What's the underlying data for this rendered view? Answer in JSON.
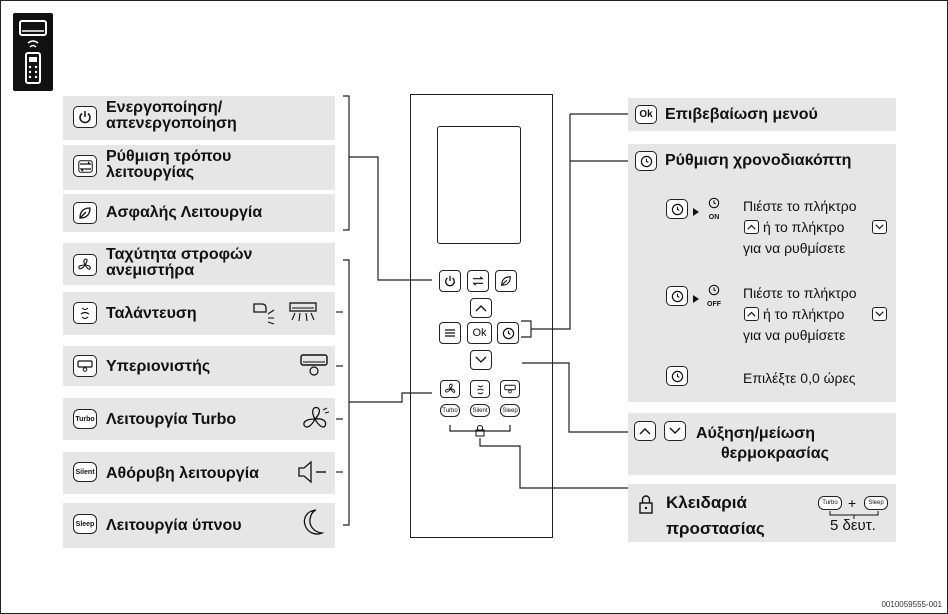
{
  "left": {
    "power": {
      "line1": "Ενεργοποίηση/",
      "line2": "απενεργοποίηση"
    },
    "mode": {
      "line1": "Ρύθμιση τρόπου",
      "line2": "λειτουργίας"
    },
    "safe": "Ασφαλής Λειτουργία",
    "fan": {
      "line1": "Ταχύτητα στροφών",
      "line2": "ανεμιστήρα"
    },
    "swing": "Ταλάντευση",
    "ionizer": "Υπεριονιστής",
    "turbo": "Λειτουργία Turbo",
    "silent": "Αθόρυβη λειτουργία",
    "sleep": "Λειτουργία ύπνου"
  },
  "right": {
    "ok": "Επιβεβαίωση μενού",
    "timer": "Ρύθμιση χρονοδιακόπτη",
    "timer_on": [
      "Πιέστε το πλήκτρο",
      "ή το πλήκτρο",
      "για να ρυθμίσετε"
    ],
    "timer_off": [
      "Πιέστε το πλήκτρο",
      "ή το πλήκτρο",
      "για να ρυθμίσετε"
    ],
    "timer_reset": "Επιλέξτε 0,0 ώρες",
    "temp": {
      "line1": "Αύξηση/μείωση",
      "line2": "θερμοκρασίας"
    },
    "lock": {
      "line1": "Κλειδαριά",
      "line2": "προστασίας",
      "duration": "5 δευτ.",
      "plus": "+"
    }
  },
  "buttons": {
    "ok": "Ok",
    "turbo": "Turbo",
    "silent": "Silent",
    "sleep": "Sleep",
    "on": "ON",
    "off": "OFF"
  },
  "figure_ref": "0010059555-001"
}
